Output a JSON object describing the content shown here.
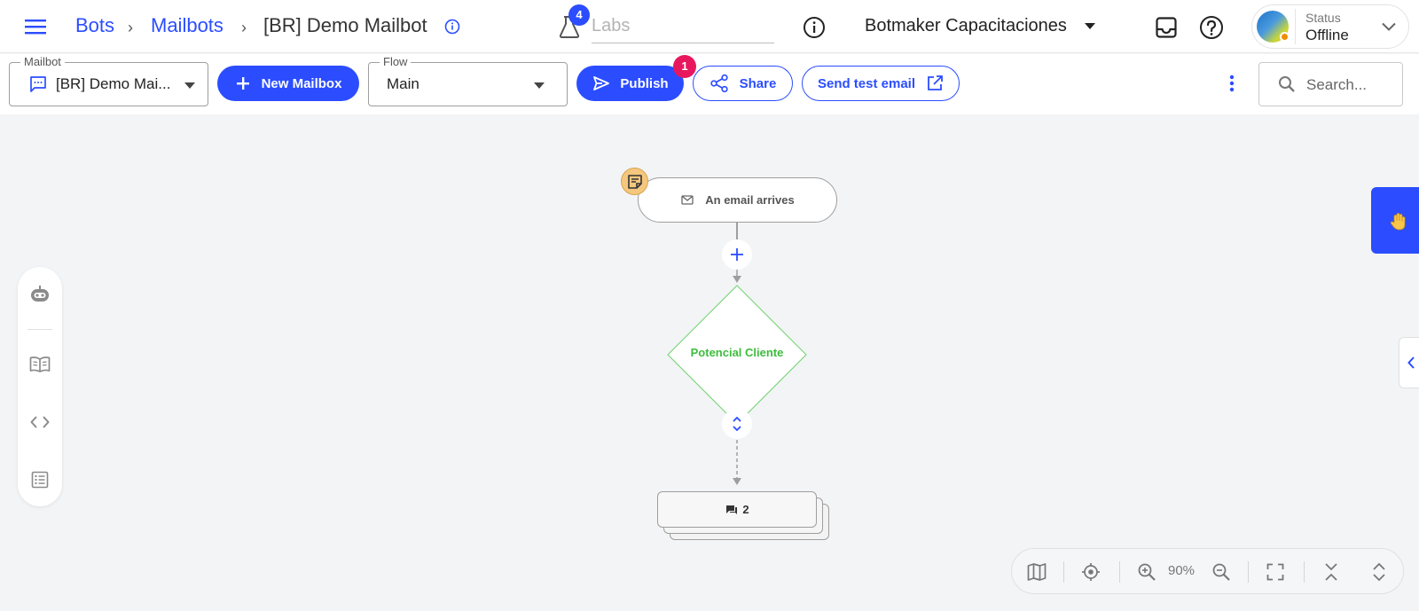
{
  "header": {
    "breadcrumb": [
      "Bots",
      "Mailbots",
      "[BR] Demo Mailbot"
    ],
    "separator": "›",
    "labs_badge": "4",
    "labs_placeholder": "Labs",
    "account_name": "Botmaker Capacitaciones",
    "status_label": "Status",
    "status_value": "Offline",
    "status_color": "#f08c00"
  },
  "toolbar": {
    "mailbot_label": "Mailbot",
    "mailbot_value": "[BR] Demo Mai...",
    "new_mailbox": "New Mailbox",
    "flow_label": "Flow",
    "flow_value": "Main",
    "publish": "Publish",
    "publish_badge": "1",
    "share": "Share",
    "send_test_email": "Send test email",
    "search_placeholder": "Search..."
  },
  "canvas": {
    "start_node": "An email arrives",
    "decision_node": "Potencial Cliente",
    "stack_count": "2",
    "zoom": "90%"
  },
  "colors": {
    "accent": "#2b4dff",
    "decision_green": "#3cbd3c",
    "badge_pink": "#e8175d",
    "note_orange": "#f5c77e"
  },
  "icons": [
    "menu-icon",
    "info-icon",
    "flask-icon",
    "inbox-icon",
    "help-icon",
    "chevron-down-icon",
    "chat-icon",
    "plus-icon",
    "send-icon",
    "share-icon",
    "external-link-icon",
    "more-vert-icon",
    "search-icon",
    "bot-icon",
    "book-icon",
    "code-icon",
    "list-icon",
    "map-icon",
    "locate-icon",
    "zoom-in-icon",
    "zoom-out-icon",
    "fullscreen-icon",
    "collapse-icon",
    "expand-icon",
    "note-icon",
    "mail-icon",
    "wave-icon"
  ]
}
